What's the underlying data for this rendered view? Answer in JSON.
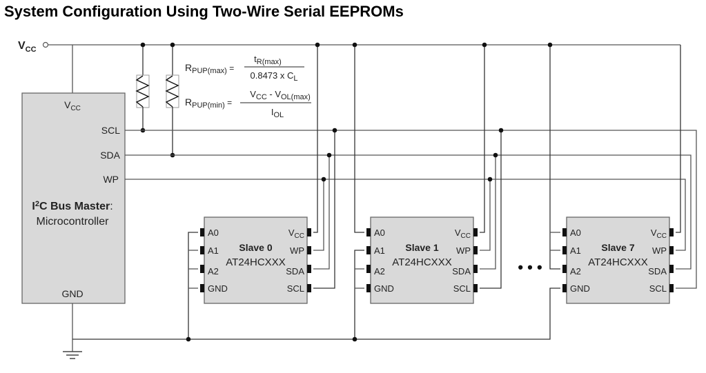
{
  "title": "System Configuration Using Two-Wire Serial EEPROMs",
  "supply": {
    "name": "V",
    "sub": "CC"
  },
  "master": {
    "pins": {
      "vcc": "V",
      "vcc_sub": "CC",
      "scl": "SCL",
      "sda": "SDA",
      "wp": "WP",
      "gnd": "GND"
    },
    "title_bold_1": "I",
    "title_sup": "2",
    "title_bold_2": "C Bus Master",
    "title_colon": ":",
    "subtitle": "Microcontroller"
  },
  "equations": {
    "rmax": {
      "lhs": "R",
      "lhs_sub": "PUP(max)",
      "eq": " = ",
      "num": "t",
      "num_sub": "R(max)",
      "den": "0.8473 x C",
      "den_sub": "L"
    },
    "rmin": {
      "lhs": "R",
      "lhs_sub": "PUP(min)",
      "eq": " = ",
      "num_a": "V",
      "num_a_sub": "CC",
      "num_mid": " - V",
      "num_b_sub": "OL(max)",
      "den": "I",
      "den_sub": "OL"
    }
  },
  "slaves": [
    {
      "name": "Slave 0",
      "part": "AT24HCXXX",
      "left_pins": [
        "A0",
        "A1",
        "A2",
        "GND"
      ],
      "right_pins": [
        "V",
        "WP",
        "SDA",
        "SCL"
      ],
      "right_vcc_sub": "CC",
      "address_tie": [
        "GND",
        "GND",
        "GND"
      ]
    },
    {
      "name": "Slave 1",
      "part": "AT24HCXXX",
      "left_pins": [
        "A0",
        "A1",
        "A2",
        "GND"
      ],
      "right_pins": [
        "V",
        "WP",
        "SDA",
        "SCL"
      ],
      "right_vcc_sub": "CC",
      "address_tie": [
        "VCC",
        "GND",
        "GND"
      ]
    },
    {
      "name": "Slave 7",
      "part": "AT24HCXXX",
      "left_pins": [
        "A0",
        "A1",
        "A2",
        "GND"
      ],
      "right_pins": [
        "V",
        "WP",
        "SDA",
        "SCL"
      ],
      "right_vcc_sub": "CC",
      "address_tie": [
        "VCC",
        "VCC",
        "VCC"
      ]
    }
  ],
  "ellipsis": "• • •",
  "colors": {
    "chip_fill": "#d9d9d9",
    "wire": "#555555",
    "node": "#111111"
  }
}
